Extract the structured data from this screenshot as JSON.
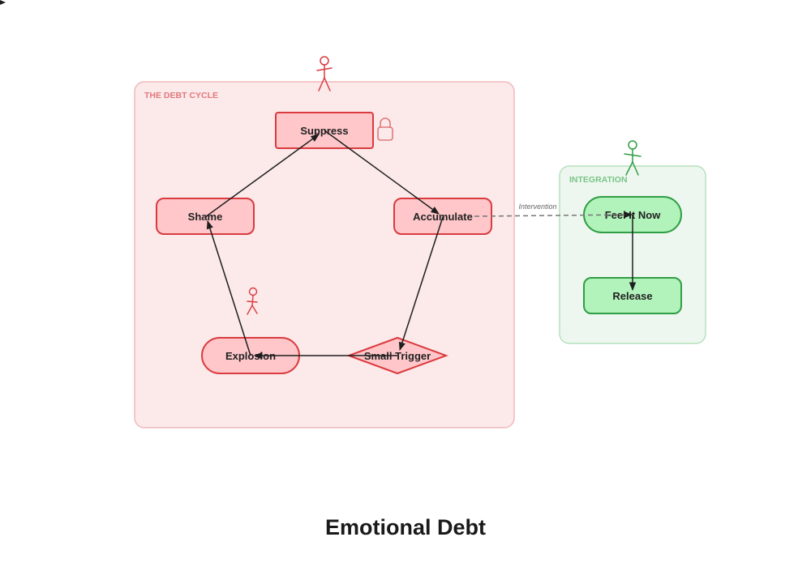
{
  "title": "Emotional Debt",
  "colors": {
    "cycle_fill": "#fce9ea",
    "cycle_stroke": "#f0b9bc",
    "cycle_label": "#e0787d",
    "cycle_node_fill": "#ffc7ca",
    "cycle_node_stroke": "#d93b3f",
    "cycle_actor": "#d93b3f",
    "integration_fill": "#eef7ef",
    "integration_stroke": "#b5e0bc",
    "integration_label": "#79c486",
    "integration_node_fill": "#b2f2bb",
    "integration_node_stroke": "#2f9e44",
    "integration_actor": "#2f9e44",
    "edge": "#1e1e1e",
    "dashed_edge": "#777777"
  },
  "groups": {
    "cycle": {
      "label": "THE DEBT CYCLE"
    },
    "integration": {
      "label": "INTEGRATION"
    }
  },
  "nodes": {
    "suppress": {
      "label": "Suppress",
      "shape": "rectangle",
      "icon": "lock-icon"
    },
    "accumulate": {
      "label": "Accumulate",
      "shape": "rounded-rectangle"
    },
    "small_trigger": {
      "label": "Small Trigger",
      "shape": "diamond"
    },
    "explosion": {
      "label": "Explosion",
      "shape": "pill"
    },
    "shame": {
      "label": "Shame",
      "shape": "rounded-rectangle"
    },
    "feel_it_now": {
      "label": "Feel It Now",
      "shape": "pill"
    },
    "release": {
      "label": "Release",
      "shape": "rounded-rectangle"
    }
  },
  "edges": [
    {
      "from": "suppress",
      "to": "accumulate",
      "style": "solid"
    },
    {
      "from": "accumulate",
      "to": "small_trigger",
      "style": "solid"
    },
    {
      "from": "small_trigger",
      "to": "explosion",
      "style": "solid"
    },
    {
      "from": "explosion",
      "to": "shame",
      "style": "solid"
    },
    {
      "from": "shame",
      "to": "suppress",
      "style": "solid"
    },
    {
      "from": "accumulate",
      "to": "feel_it_now",
      "style": "dashed",
      "label": "Intervention"
    },
    {
      "from": "feel_it_now",
      "to": "release",
      "style": "solid"
    }
  ],
  "actors": {
    "cycle_top": {
      "icon": "stick-figure-icon"
    },
    "cycle_mid": {
      "icon": "stick-figure-icon"
    },
    "integration": {
      "icon": "stick-figure-icon"
    }
  }
}
